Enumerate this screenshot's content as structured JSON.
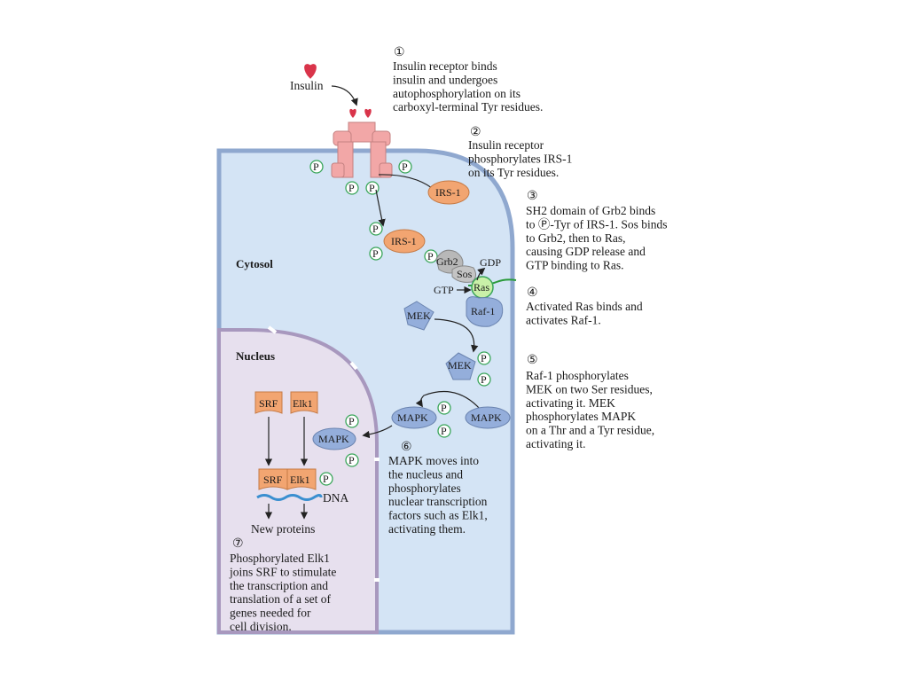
{
  "insulin_label": "Insulin",
  "regions": {
    "cytosol": "Cytosol",
    "nucleus": "Nucleus"
  },
  "molecules": {
    "irs1_a": "IRS-1",
    "irs1_b": "IRS-1",
    "grb2": "Grb2",
    "sos": "Sos",
    "ras": "Ras",
    "gdp": "GDP",
    "gtp": "GTP",
    "raf1": "Raf-1",
    "mek_inactive": "MEK",
    "mek_active": "MEK",
    "mapk_active": "MAPK",
    "mapk_inactive": "MAPK",
    "mapk_nuclear": "MAPK",
    "srf_free": "SRF",
    "elk1_free": "Elk1",
    "srf_bound": "SRF",
    "elk1_bound": "Elk1",
    "dna": "DNA",
    "new_proteins": "New proteins",
    "phospho": "P"
  },
  "steps": [
    {
      "number": "①",
      "lines": [
        "Insulin receptor binds",
        "insulin and undergoes",
        "autophosphorylation on its",
        "carboxyl-terminal Tyr residues."
      ]
    },
    {
      "number": "②",
      "lines": [
        "Insulin receptor",
        "phosphorylates IRS-1",
        "on its Tyr residues."
      ]
    },
    {
      "number": "③",
      "lines": [
        "SH2 domain of Grb2 binds",
        "to Ⓟ-Tyr of IRS-1. Sos binds",
        "to Grb2, then to Ras,",
        "causing GDP release and",
        "GTP binding to Ras."
      ]
    },
    {
      "number": "④",
      "lines": [
        "Activated Ras binds and",
        "activates Raf-1."
      ]
    },
    {
      "number": "⑤",
      "lines": [
        "Raf-1 phosphorylates",
        "MEK on two Ser residues,",
        "activating it. MEK",
        "phosphorylates MAPK",
        "on a Thr and a Tyr residue,",
        "activating it."
      ]
    },
    {
      "number": "⑥",
      "lines": [
        "MAPK moves into",
        "the nucleus and",
        "phosphorylates",
        "nuclear transcription",
        "factors such as Elk1,",
        "activating them."
      ]
    },
    {
      "number": "⑦",
      "lines": [
        "Phosphorylated Elk1",
        "joins SRF to stimulate",
        "the transcription and",
        "translation of a set of",
        "genes needed for",
        "cell division."
      ]
    }
  ],
  "colors": {
    "cytosol_fill": "#d4e4f5",
    "cytosol_edge": "#8fa8cf",
    "nucleus_fill": "#e7e0ee",
    "nucleus_edge": "#a898be",
    "receptor": "#f2a7a7",
    "insulin": "#d9344a",
    "irs1": "#f2a571",
    "blue_protein": "#94aedb",
    "grb2_sos": "#b8b8b8",
    "ras": "#c9f0a8",
    "phospho_ring": "#3aa55a",
    "dna": "#3a8fd0",
    "orange_factor": "#f2a571"
  }
}
